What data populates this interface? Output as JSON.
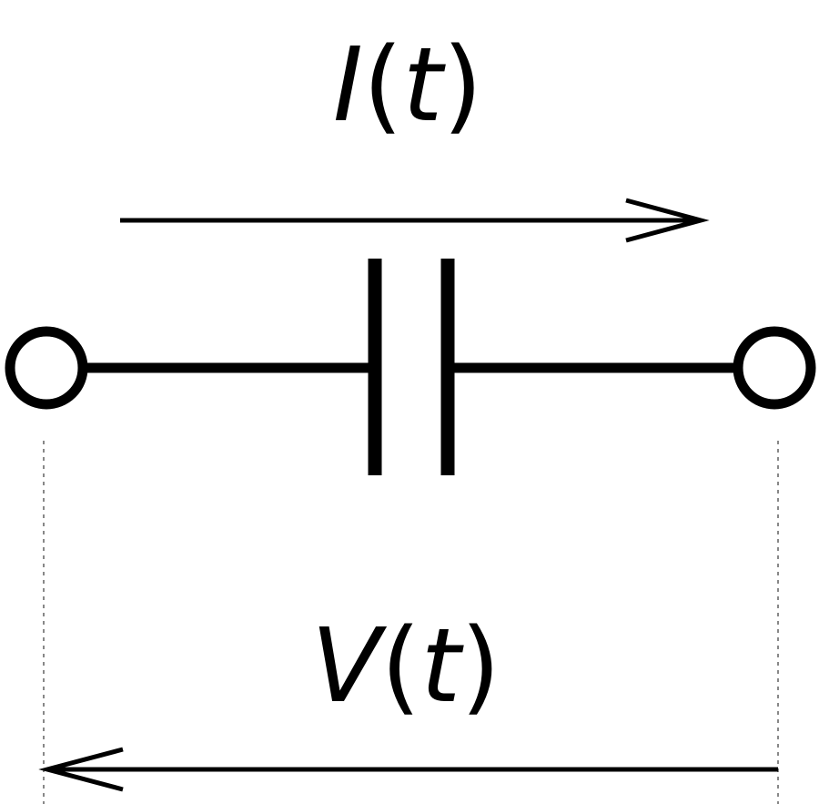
{
  "diagram": {
    "current_label": {
      "symbol": "I",
      "open_paren": "(",
      "argument": "t",
      "close_paren": ")"
    },
    "voltage_label": {
      "symbol": "V",
      "open_paren": "(",
      "argument": "t",
      "close_paren": ")"
    },
    "current_arrow_direction": "right",
    "voltage_arrow_direction": "left",
    "component": "capacitor",
    "colors": {
      "stroke": "#000000",
      "guide": "#888888",
      "background": "#ffffff"
    }
  }
}
